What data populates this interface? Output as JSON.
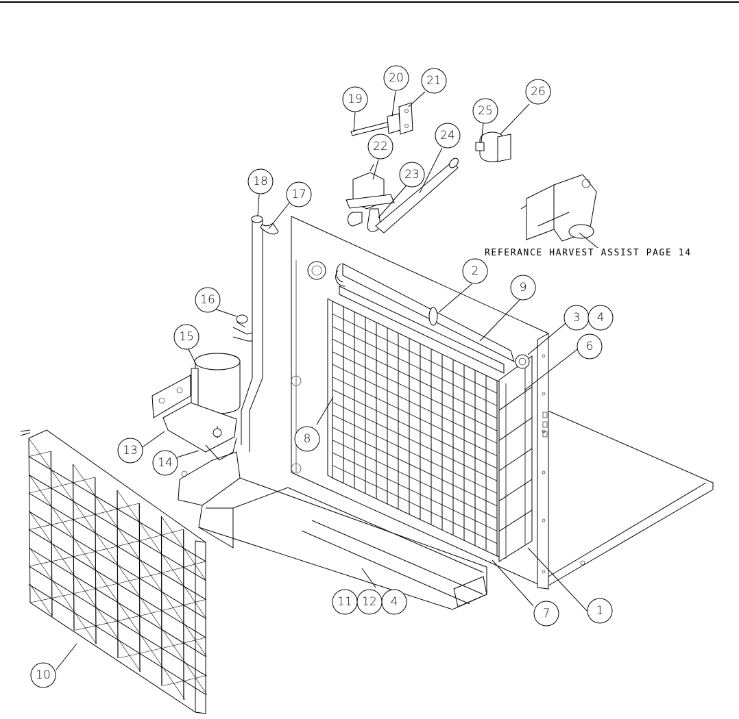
{
  "callouts": [
    {
      "id": "1",
      "label": "1"
    },
    {
      "id": "2",
      "label": "2"
    },
    {
      "id": "3",
      "label": "3"
    },
    {
      "id": "4a",
      "label": "4"
    },
    {
      "id": "4b",
      "label": "4"
    },
    {
      "id": "6",
      "label": "6"
    },
    {
      "id": "7",
      "label": "7"
    },
    {
      "id": "8",
      "label": "8"
    },
    {
      "id": "9",
      "label": "9"
    },
    {
      "id": "10",
      "label": "10"
    },
    {
      "id": "11",
      "label": "11"
    },
    {
      "id": "12",
      "label": "12"
    },
    {
      "id": "13",
      "label": "13"
    },
    {
      "id": "14",
      "label": "14"
    },
    {
      "id": "15",
      "label": "15"
    },
    {
      "id": "16",
      "label": "16"
    },
    {
      "id": "17",
      "label": "17"
    },
    {
      "id": "18",
      "label": "18"
    },
    {
      "id": "19",
      "label": "19"
    },
    {
      "id": "20",
      "label": "20"
    },
    {
      "id": "21",
      "label": "21"
    },
    {
      "id": "22",
      "label": "22"
    },
    {
      "id": "23",
      "label": "23"
    },
    {
      "id": "24",
      "label": "24"
    },
    {
      "id": "25",
      "label": "25"
    },
    {
      "id": "26",
      "label": "26"
    }
  ],
  "note": "REFERANCE HARVEST ASSIST PAGE 14"
}
